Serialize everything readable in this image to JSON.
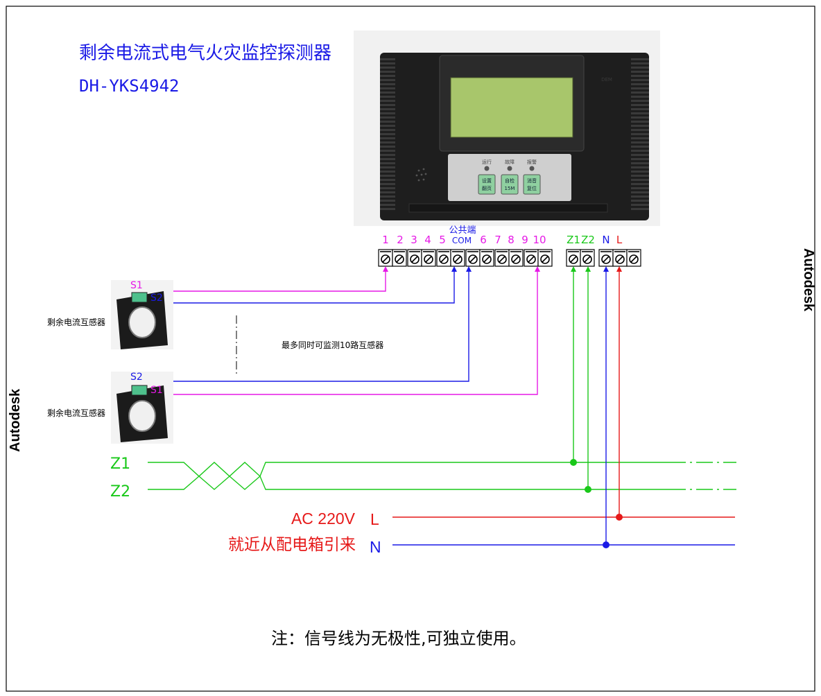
{
  "title": {
    "line1": "剩余电流式电气火灾监控探测器",
    "line2": "DH-YKS4942"
  },
  "device": {
    "indicator_labels": [
      "运行",
      "故障",
      "报警"
    ],
    "button_labels": [
      [
        "设置",
        "翻页"
      ],
      [
        "自检",
        "15M"
      ],
      [
        "消音",
        "复位"
      ]
    ],
    "badge": "DEM"
  },
  "terminals": {
    "common_label": "公共端",
    "com_label": "COM",
    "numbered": [
      "1",
      "2",
      "3",
      "4",
      "5",
      "",
      "6",
      "7",
      "8",
      "9",
      "10"
    ],
    "z_labels": [
      "Z1",
      "Z2"
    ],
    "power_labels": [
      "N",
      "L"
    ]
  },
  "sensors": {
    "label": "剩余电流互感器",
    "top": {
      "s1": "S1",
      "s2": "S2"
    },
    "bottom": {
      "s2": "S2",
      "s1": "S1"
    }
  },
  "note_max": "最多同时可监测10路互感器",
  "bus": {
    "z1": "Z1",
    "z2": "Z2",
    "ac_label": "AC 220V",
    "source_label": "就近从配电箱引来",
    "l": "L",
    "n": "N"
  },
  "footnote": "注：信号线为无极性,可独立使用。",
  "watermarks": {
    "right": "Autodesk",
    "left": "Autodesk"
  },
  "colors": {
    "signal_s1": "#e619e6",
    "signal_s2": "#1a1ae6",
    "bus_z": "#19c819",
    "line_l": "#e61919",
    "line_n": "#1a1ae6",
    "title": "#1a1ae6"
  }
}
